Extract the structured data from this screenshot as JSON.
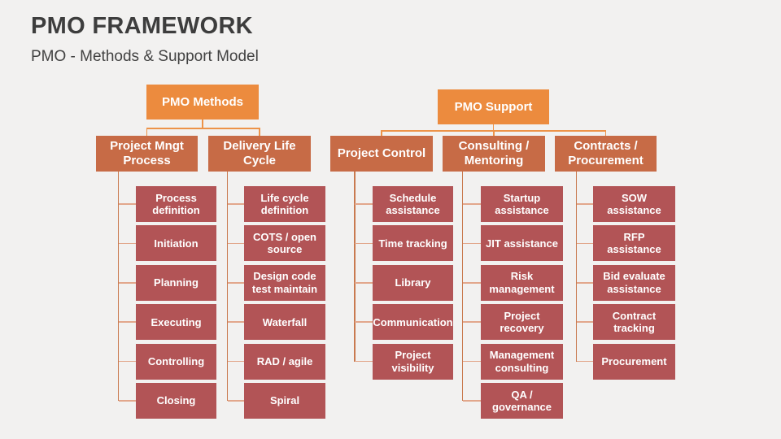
{
  "slide": {
    "title": "PMO FRAMEWORK",
    "subtitle": "PMO - Methods & Support Model"
  },
  "colors": {
    "background": "#f2f1f0",
    "title_text": "#3d3d3d",
    "root_box": "#ec8b3e",
    "branch_box": "#c76b46",
    "leaf_box": "#b25456",
    "box_text": "#ffffff",
    "connector_root": "#ed9349",
    "connector_branch": "#c97a4f",
    "connector_stub": "#e2a78c"
  },
  "tree": [
    {
      "root": "PMO Methods",
      "branches": [
        {
          "label": "Project Mngt Process",
          "leaves": [
            "Process definition",
            "Initiation",
            "Planning",
            "Executing",
            "Controlling",
            "Closing"
          ]
        },
        {
          "label": "Delivery Life Cycle",
          "leaves": [
            "Life cycle definition",
            "COTS / open source",
            "Design code test maintain",
            "Waterfall",
            "RAD / agile",
            "Spiral"
          ]
        }
      ]
    },
    {
      "root": "PMO Support",
      "branches": [
        {
          "label": "Project Control",
          "leaves": [
            "Schedule assistance",
            "Time tracking",
            "Library",
            "Communication",
            "Project visibility"
          ]
        },
        {
          "label": "Consulting / Mentoring",
          "leaves": [
            "Startup assistance",
            "JIT assistance",
            "Risk management",
            "Project recovery",
            "Management consulting",
            "QA / governance"
          ]
        },
        {
          "label": "Contracts / Procurement",
          "leaves": [
            "SOW assistance",
            "RFP assistance",
            "Bid evaluate assistance",
            "Contract tracking",
            "Procurement"
          ]
        }
      ]
    }
  ]
}
